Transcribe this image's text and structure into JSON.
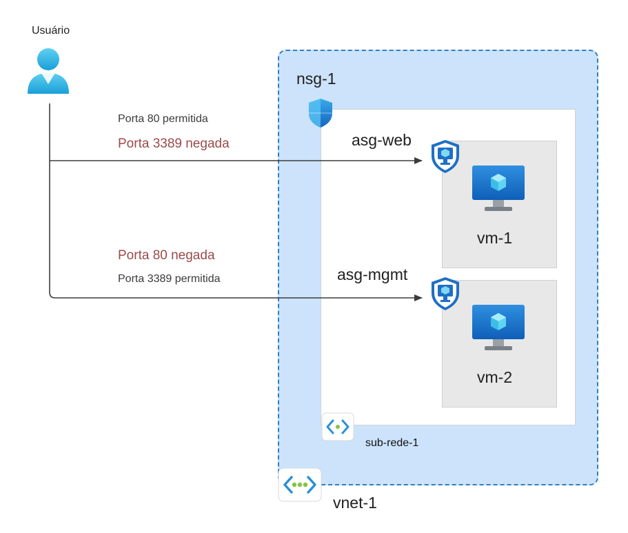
{
  "user": {
    "label": "Usuário"
  },
  "vnet": {
    "label": "vnet-1"
  },
  "nsg": {
    "label": "nsg-1"
  },
  "subnet": {
    "label": "sub-rede-1"
  },
  "flows": [
    {
      "allowed": "Porta 80 permitida",
      "denied": "Porta 3389 negada"
    },
    {
      "denied": "Porta 80 negada",
      "allowed": "Porta 3389 permitida"
    }
  ],
  "asgs": [
    {
      "label": "asg-web",
      "vm": "vm-1"
    },
    {
      "label": "asg-mgmt",
      "vm": "vm-2"
    }
  ],
  "colors": {
    "vnet_fill": "#cce3fb",
    "vnet_border": "#2f7fc1",
    "denied_text": "#9b4a4a"
  },
  "icons": [
    "user-icon",
    "shield-icon",
    "vm-monitor-icon",
    "subnet-icon",
    "vnet-icon"
  ]
}
